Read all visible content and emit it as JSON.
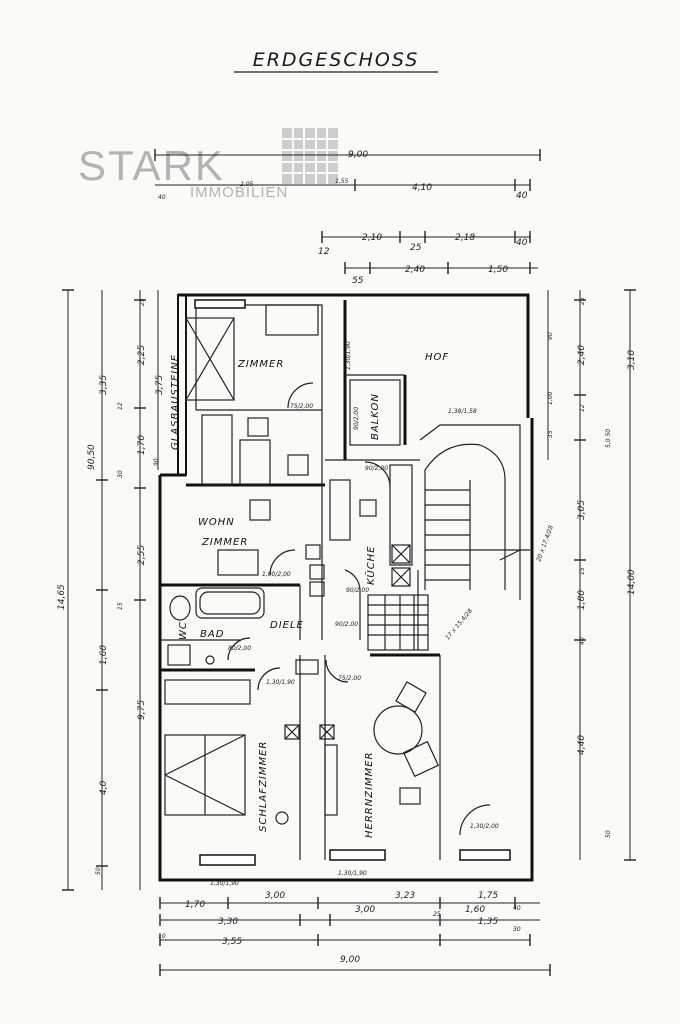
{
  "title": "ERDGESCHOSS",
  "watermark": {
    "brand": "STARK",
    "sub": "IMMOBILIEN"
  },
  "rooms": {
    "zimmer": "ZIMMER",
    "hof": "HOF",
    "balkon": "BALKON",
    "glasbausteine": "GLASBAUSTEINE",
    "wohn": "WOHN",
    "wohn2": "ZIMMER",
    "kueche": "KÜCHE",
    "wc": "WC",
    "bad": "BAD",
    "diele": "DIELE",
    "schlafzimmer": "SCHLAFZIMMER",
    "herrnzimmer": "HERRNZIMMER"
  },
  "dims_top": {
    "overall": "9,00",
    "r2a": "4,10",
    "r2b": "40",
    "r3a": "2,10",
    "r3b": "25",
    "r3c": "2,18",
    "r3d": "40",
    "r3e": "12",
    "r4a": "2,40",
    "r4b": "1,50",
    "r4c": "55",
    "w1": "40",
    "w2": "2,05",
    "w3": "1,55"
  },
  "dims_left": {
    "total": "14,65",
    "d975": "9,75",
    "d400": "4,0",
    "d335": "3,35",
    "d255": "2,55",
    "d225": "2,25",
    "d375": "3,75",
    "d170": "1,70",
    "d160": "1,60",
    "d9050": "90,50",
    "d90": "90",
    "d30": "30",
    "d12": "12",
    "d25": "25",
    "d15": "15",
    "d50": "50"
  },
  "dims_right": {
    "total": "14,00",
    "d310": "3,10",
    "d240": "2,40",
    "d305": "3,05",
    "d440": "4,40",
    "d180": "1,80",
    "d100": "1,00",
    "d90": "90",
    "d35": "35",
    "d25": "25",
    "d12": "12",
    "d5050": "5,0 50",
    "d15": "15",
    "d40": "40",
    "d50": "50"
  },
  "dims_bottom": {
    "overall": "9,00",
    "r1a": "1,70",
    "r1b": "3,00",
    "r1c": "3,23",
    "r1d": "1,75",
    "r2a": "3,30",
    "r2b": "3,00",
    "r2c": "1,60",
    "r2d": "40",
    "r2e": "25",
    "r3a": "3,55",
    "r3b": "1,35",
    "r3c": "30",
    "r4": "10"
  },
  "door_labels": {
    "a": "1,30/1,90",
    "b": "75/2,00",
    "c": "1,38/1,58",
    "d": "90/2,00",
    "e": "90/2,00",
    "f": "1,00/2,00",
    "g": "90/2,00",
    "h": "90/2,00",
    "i": "80/2,00",
    "j": "1,30/1,90",
    "k": "1,30/1,90",
    "l": "1,30/2,00",
    "m": "1,30/1,90",
    "n": "17 x 15,4/28",
    "o": "20 x 17,4/28",
    "p": "75/2,00"
  }
}
